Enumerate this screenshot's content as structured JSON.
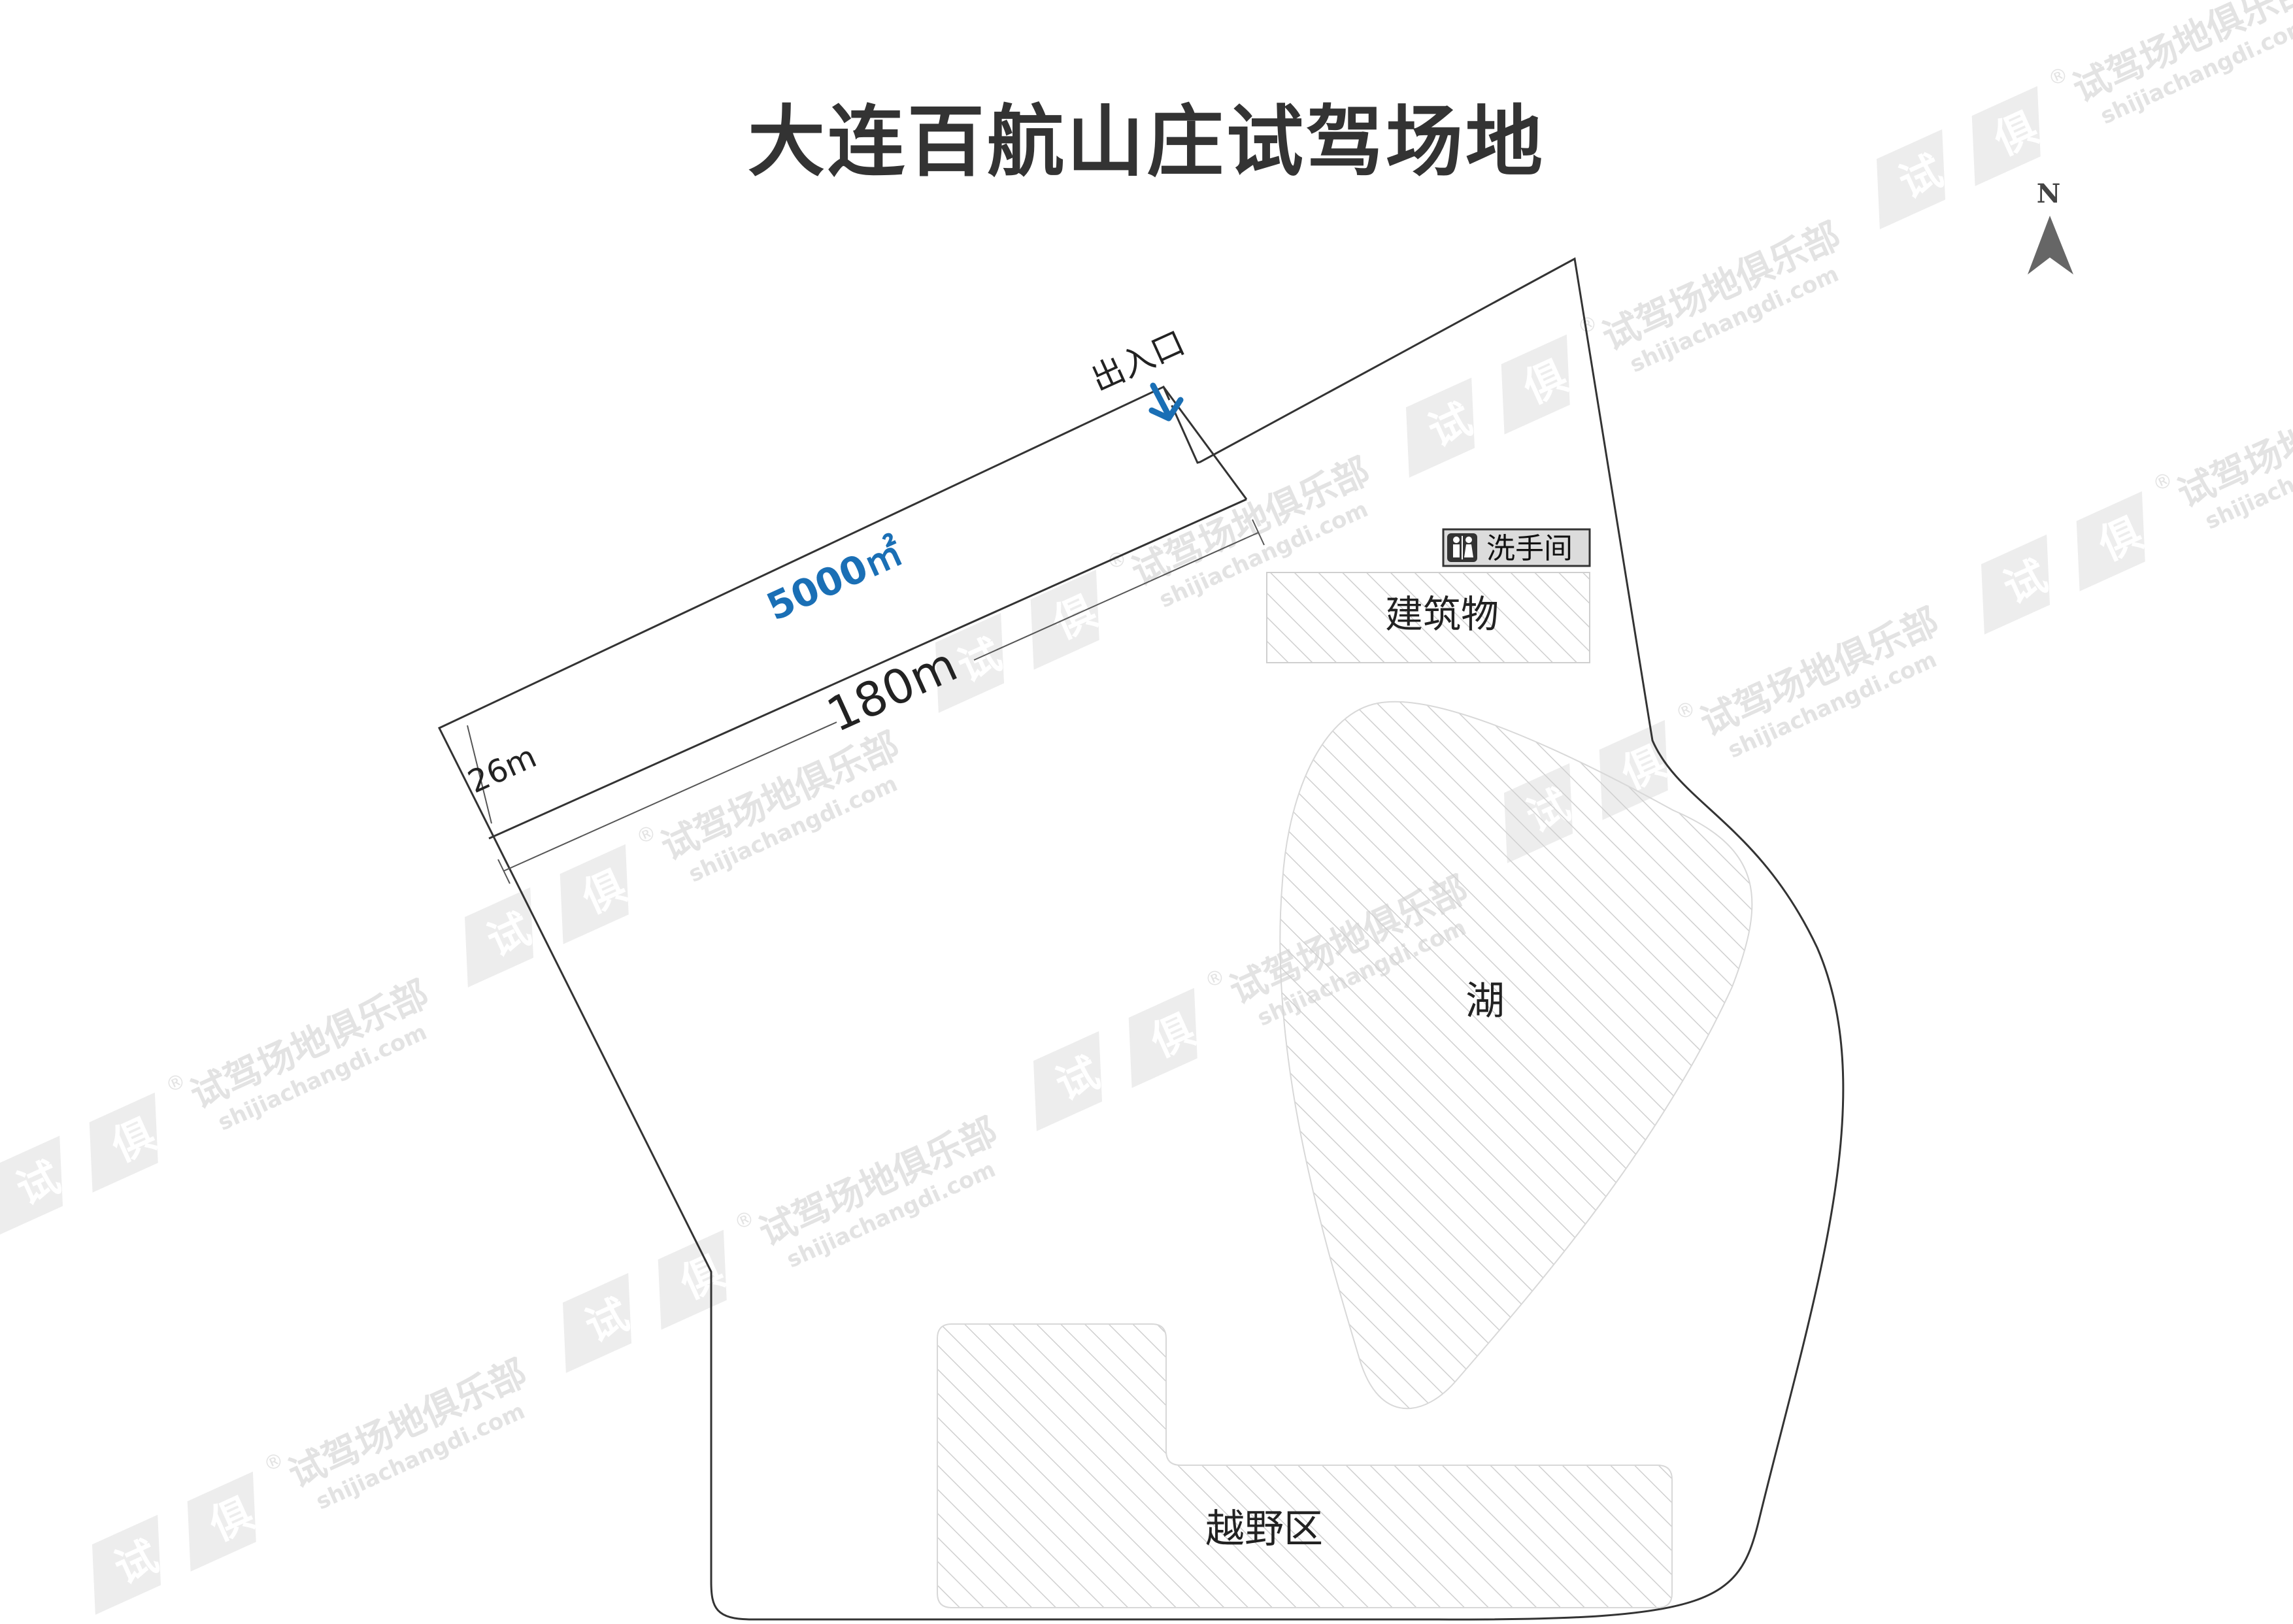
{
  "title": "大连百航山庄试驾场地",
  "compass": {
    "label": "N"
  },
  "entrance": {
    "label": "出入口",
    "icon": "arrow-down-icon"
  },
  "track": {
    "area": "5000㎡",
    "length": "180m",
    "width": "26m"
  },
  "areas": {
    "building": "建筑物",
    "restroom": "洗手间",
    "restroom_icon": "restroom-icon",
    "lake": "湖",
    "offroad": "越野区"
  },
  "watermark": {
    "brand": "试驾场地俱乐部",
    "site": "shijiachangdi.com",
    "badge_left": "试",
    "badge_right": "俱",
    "registered": "®"
  },
  "colors": {
    "accent": "#1a6fb5",
    "outline": "#333333",
    "hatch": "#cfcfcf",
    "watermark": "#e3e3e3"
  }
}
